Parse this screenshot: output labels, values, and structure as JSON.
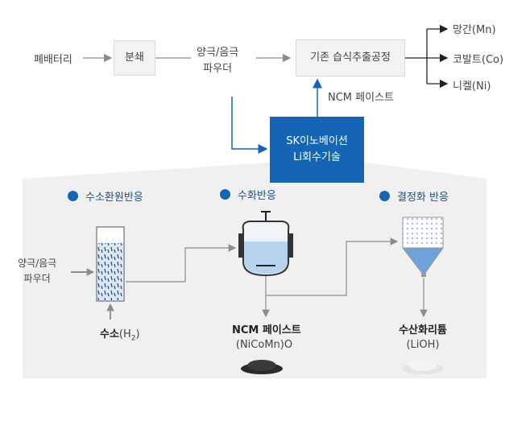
{
  "top": {
    "scrap": "폐배터리",
    "crush": "분쇄",
    "powder_line1": "양극/음극",
    "powder_line2": "파우더",
    "process": "기존  습식추출공정",
    "ncm_paste": "NCM  페이스트",
    "outputs": [
      "망간(Mn)",
      "코발트(Co)",
      "니켈(Ni)"
    ]
  },
  "sk": {
    "line1": "SK이노베이션",
    "line2": "Li회수기술"
  },
  "steps": [
    "수소환원반응",
    "수화반응",
    "결정화  반응"
  ],
  "inputs": {
    "powder_line1": "양극/음극",
    "powder_line2": "파우더",
    "hydrogen": "수소",
    "hydrogen_formula": "(H",
    "hydrogen_sub": "2",
    "hydrogen_close": ")"
  },
  "products": {
    "ncm_title": "NCM 페이스트",
    "ncm_formula": "(NiCoMn)O",
    "lioh_title": "수산화리튬",
    "lioh_formula": "(LiOH)"
  },
  "colors": {
    "accent": "#1565b5",
    "panel": "#f0f0f0",
    "arrow": "#8c8c8c"
  }
}
